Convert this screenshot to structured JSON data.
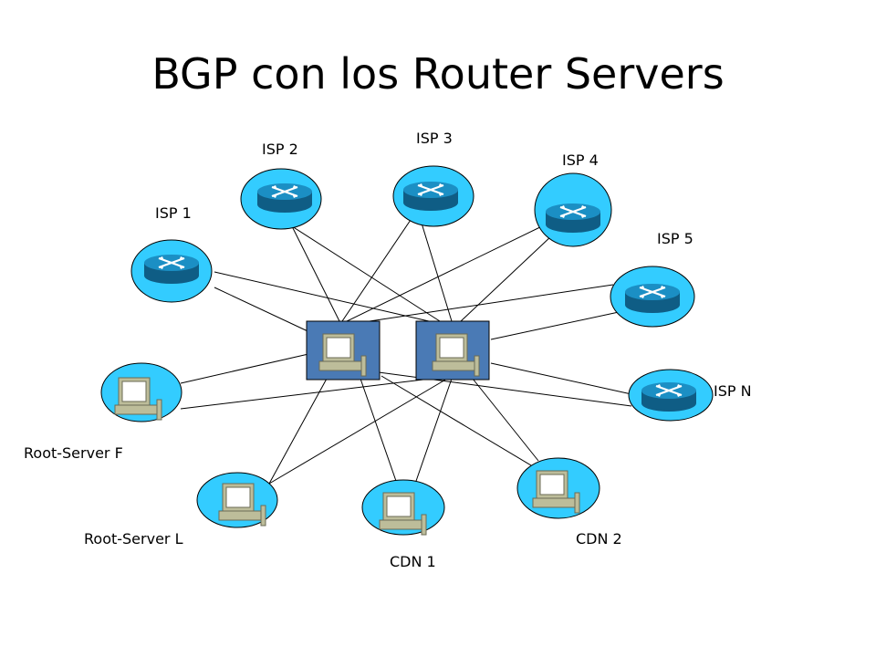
{
  "title": "BGP con los Router Servers",
  "colors": {
    "node_fill": "#33ccff",
    "router_top": "#1b8fc4",
    "router_side": "#0f5d85",
    "route_server_bg": "#4a7ab5",
    "terminal_body": "#bdbd9a",
    "terminal_screen": "#ffffff",
    "link": "#000000"
  },
  "labels": {
    "isp1": "ISP 1",
    "isp2": "ISP 2",
    "isp3": "ISP 3",
    "isp4": "ISP 4",
    "isp5": "ISP 5",
    "ispn": "ISP N",
    "root_f": "Root-Server F",
    "root_l": "Root-Server L",
    "cdn1": "CDN 1",
    "cdn2": "CDN 2"
  }
}
